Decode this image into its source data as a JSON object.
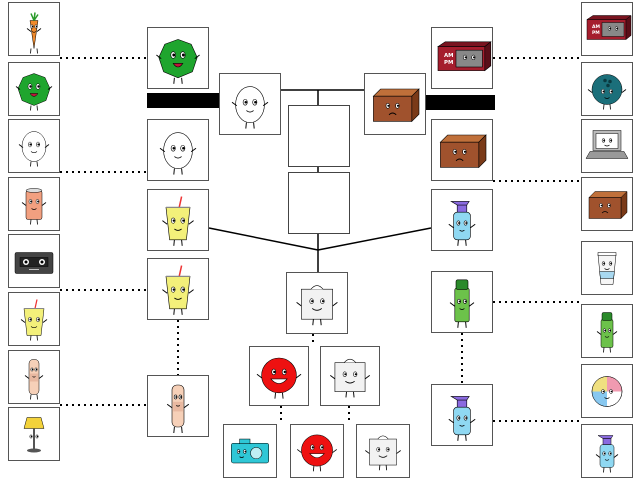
{
  "title": "",
  "colors": {
    "line": "#000000",
    "box_border": "#555555",
    "carrot": "#f08a2c",
    "pea": "#1fa52e",
    "egg": "#ffffff",
    "can": "#f2a080",
    "cassette": "#444444",
    "lemonade": "#f3f07a",
    "bandage": "#f6d0b8",
    "lamp": "#f3d23a",
    "clock": "#a51d2d",
    "bowling_ball": "#1b6f7a",
    "laptop": "#bbbbbb",
    "brick": "#a0522d",
    "cup": "#f6f6f6",
    "marker": "#6cc24a",
    "beach_ball": "#f09ab0",
    "spray_bottle": "#8fd8f2",
    "tissue": "#f2f2f2",
    "face_red": "#ee1111",
    "camera": "#2fc7d6"
  },
  "clock_label": [
    "AM",
    "PM"
  ],
  "contestants": [
    {
      "id": "left-1",
      "kind": "carrot"
    },
    {
      "id": "left-2",
      "kind": "pea"
    },
    {
      "id": "left-3",
      "kind": "egg"
    },
    {
      "id": "left-4",
      "kind": "can"
    },
    {
      "id": "left-5",
      "kind": "cassette"
    },
    {
      "id": "left-6",
      "kind": "lemonade"
    },
    {
      "id": "left-7",
      "kind": "bandage"
    },
    {
      "id": "left-8",
      "kind": "lamp"
    },
    {
      "id": "inner-left-1",
      "kind": "pea"
    },
    {
      "id": "inner-left-2",
      "kind": "egg"
    },
    {
      "id": "inner-left-3",
      "kind": "lemonade"
    },
    {
      "id": "inner-left-4",
      "kind": "lemonade"
    },
    {
      "id": "inner-left-5",
      "kind": "bandage"
    },
    {
      "id": "semi-left",
      "kind": "egg"
    },
    {
      "id": "semi-right",
      "kind": "brick"
    },
    {
      "id": "inner-right-1",
      "kind": "clock"
    },
    {
      "id": "inner-right-2",
      "kind": "brick"
    },
    {
      "id": "inner-right-3",
      "kind": "spray"
    },
    {
      "id": "inner-right-4",
      "kind": "marker"
    },
    {
      "id": "inner-right-5",
      "kind": "spray"
    },
    {
      "id": "right-1",
      "kind": "clock"
    },
    {
      "id": "right-2",
      "kind": "bowling"
    },
    {
      "id": "right-3",
      "kind": "laptop"
    },
    {
      "id": "right-4",
      "kind": "brick"
    },
    {
      "id": "right-5",
      "kind": "cup"
    },
    {
      "id": "right-6",
      "kind": "marker"
    },
    {
      "id": "right-7",
      "kind": "beachball"
    },
    {
      "id": "right-8",
      "kind": "spray"
    },
    {
      "id": "center",
      "kind": "tissue"
    },
    {
      "id": "bottom-1",
      "kind": "redface"
    },
    {
      "id": "bottom-2",
      "kind": "tissue"
    },
    {
      "id": "bottom-3",
      "kind": "camera"
    },
    {
      "id": "bottom-4",
      "kind": "redface"
    },
    {
      "id": "bottom-5",
      "kind": "tissue"
    }
  ]
}
